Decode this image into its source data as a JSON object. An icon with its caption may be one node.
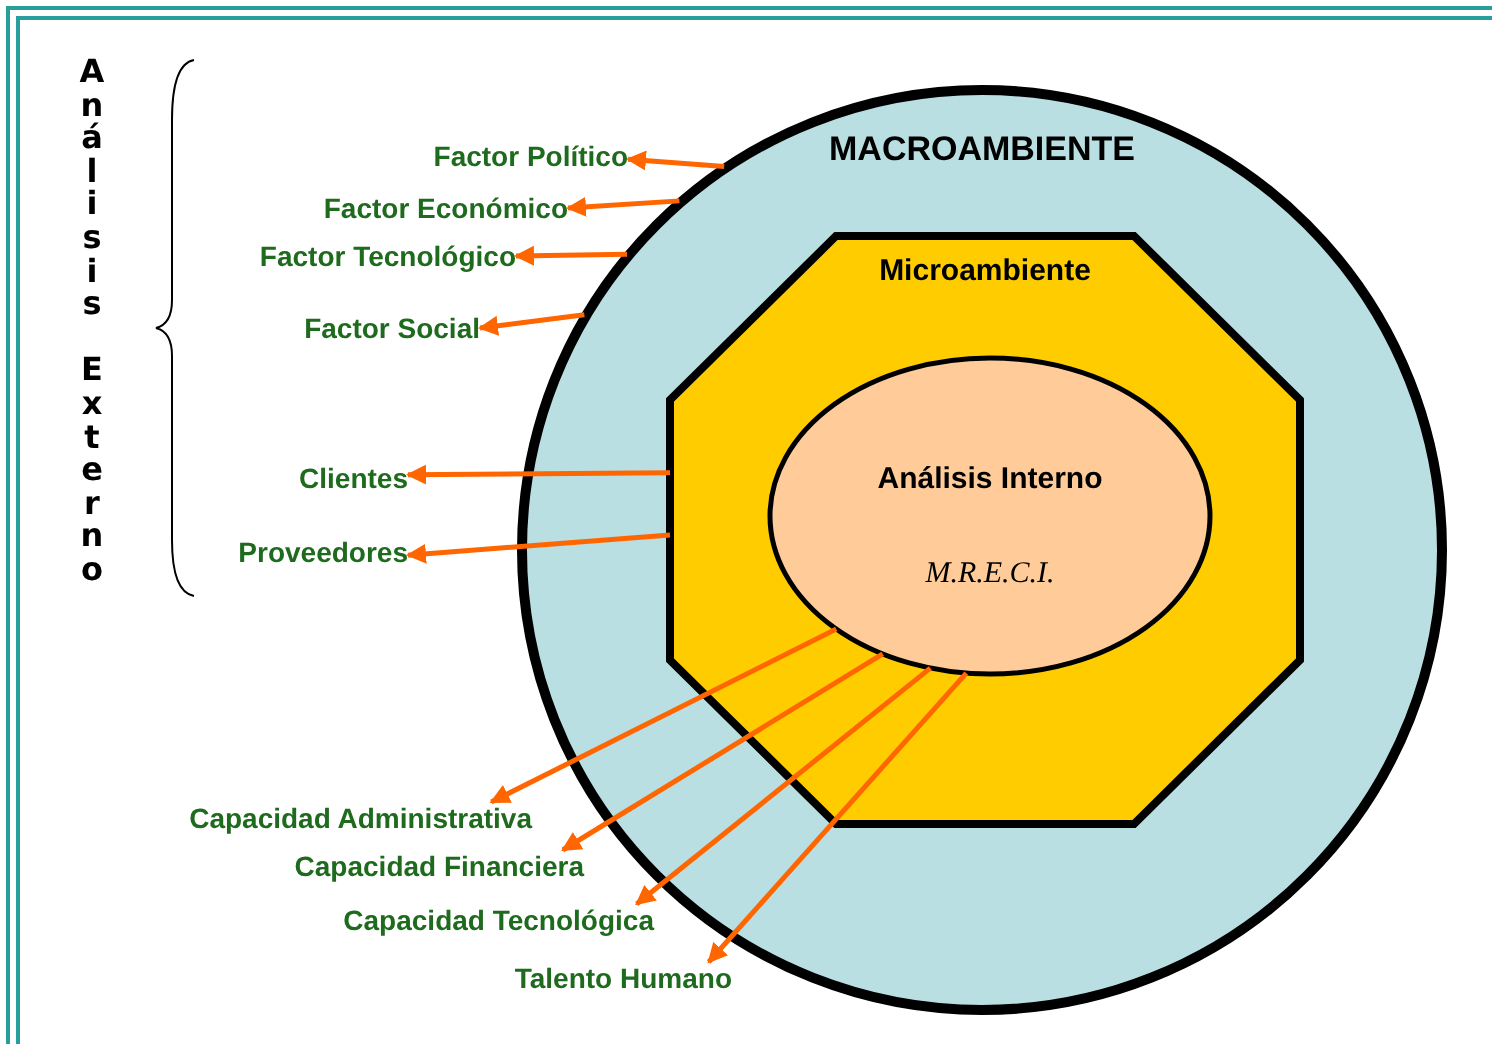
{
  "diagram": {
    "nodes": [
      {
        "text": [
          "MACROAMBIENTE"
        ]
      },
      {
        "text": [
          "Microambiente"
        ],
        "in": 0
      },
      {
        "text": [
          "Análisis Interno",
          "M.R.E.C.I."
        ],
        "in": 1
      },
      {
        "text": [
          "Factor Político"
        ]
      },
      {
        "text": [
          "Factor Económico"
        ]
      },
      {
        "text": [
          "Factor Tecnológico"
        ]
      },
      {
        "text": [
          "Factor Social"
        ]
      },
      {
        "text": [
          "Clientes"
        ]
      },
      {
        "text": [
          "Proveedores"
        ]
      },
      {
        "text": [
          "Capacidad Administrativa"
        ]
      },
      {
        "text": [
          "Capacidad Financiera"
        ]
      },
      {
        "text": [
          "Capacidad Tecnológica"
        ]
      },
      {
        "text": [
          "Talento Humano"
        ]
      }
    ],
    "edges": [
      {
        "from": 0,
        "to": 3,
        "arrow": "to"
      },
      {
        "from": 0,
        "to": 4,
        "arrow": "to"
      },
      {
        "from": 0,
        "to": 5,
        "arrow": "to"
      },
      {
        "from": 0,
        "to": 6,
        "arrow": "to"
      },
      {
        "from": 1,
        "to": 7,
        "arrow": "to"
      },
      {
        "from": 1,
        "to": 8,
        "arrow": "to"
      },
      {
        "from": 2,
        "to": 9,
        "arrow": "to"
      },
      {
        "from": 2,
        "to": 10,
        "arrow": "to"
      },
      {
        "from": 2,
        "to": 11,
        "arrow": "to"
      },
      {
        "from": 2,
        "to": 12,
        "arrow": "to"
      }
    ],
    "labels": [
      "Análisis Externo"
    ]
  }
}
